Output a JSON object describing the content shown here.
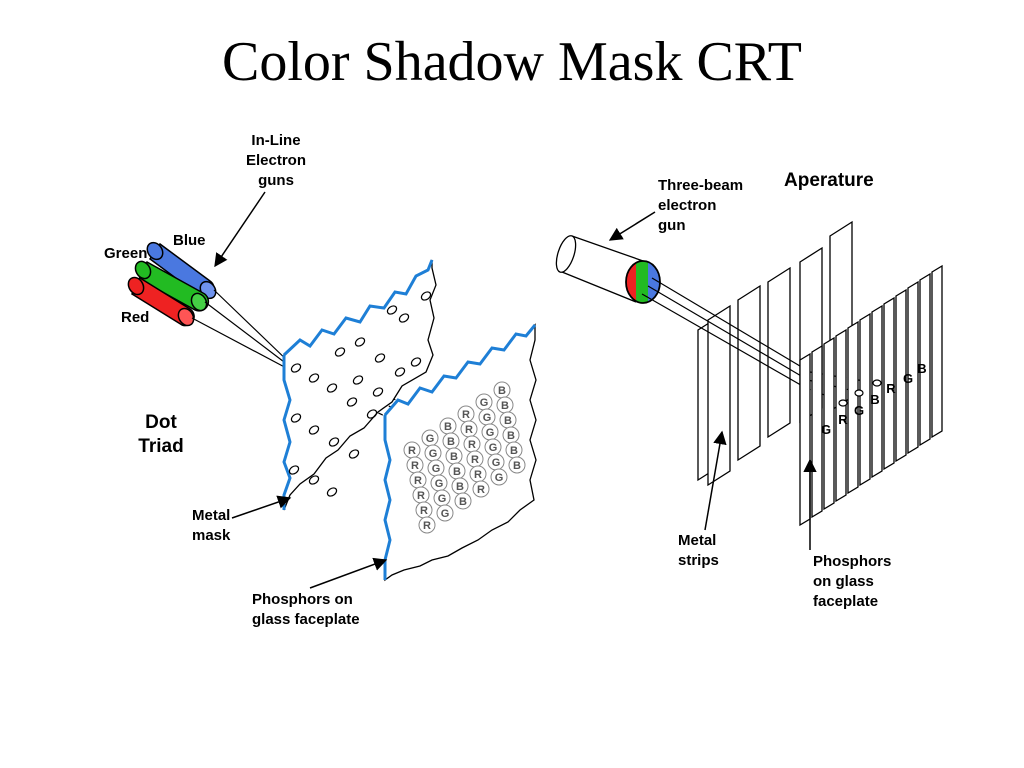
{
  "title": "Color Shadow Mask CRT",
  "left": {
    "guns_label": [
      "In-Line",
      "Electron",
      "guns"
    ],
    "blue": "Blue",
    "green": "Green",
    "red": "Red",
    "dot_triad": [
      "Dot",
      "Triad"
    ],
    "metal_mask": [
      "Metal",
      "mask"
    ],
    "phosphors": [
      "Phosphors on",
      "glass faceplate"
    ],
    "phosphor_letters": [
      "R",
      "G",
      "B"
    ]
  },
  "right": {
    "aperture": "Aperature",
    "gun_label": [
      "Three-beam",
      "electron",
      "gun"
    ],
    "metal_strips": [
      "Metal",
      "strips"
    ],
    "phosphors": [
      "Phosphors",
      "on glass",
      "faceplate"
    ],
    "strip_letters": [
      "G",
      "R",
      "G",
      "B",
      "R",
      "G",
      "B"
    ]
  },
  "colors": {
    "blue": "#4a78e0",
    "green": "#22bb22",
    "red": "#ee2222",
    "edge": "#1e7fd6"
  }
}
